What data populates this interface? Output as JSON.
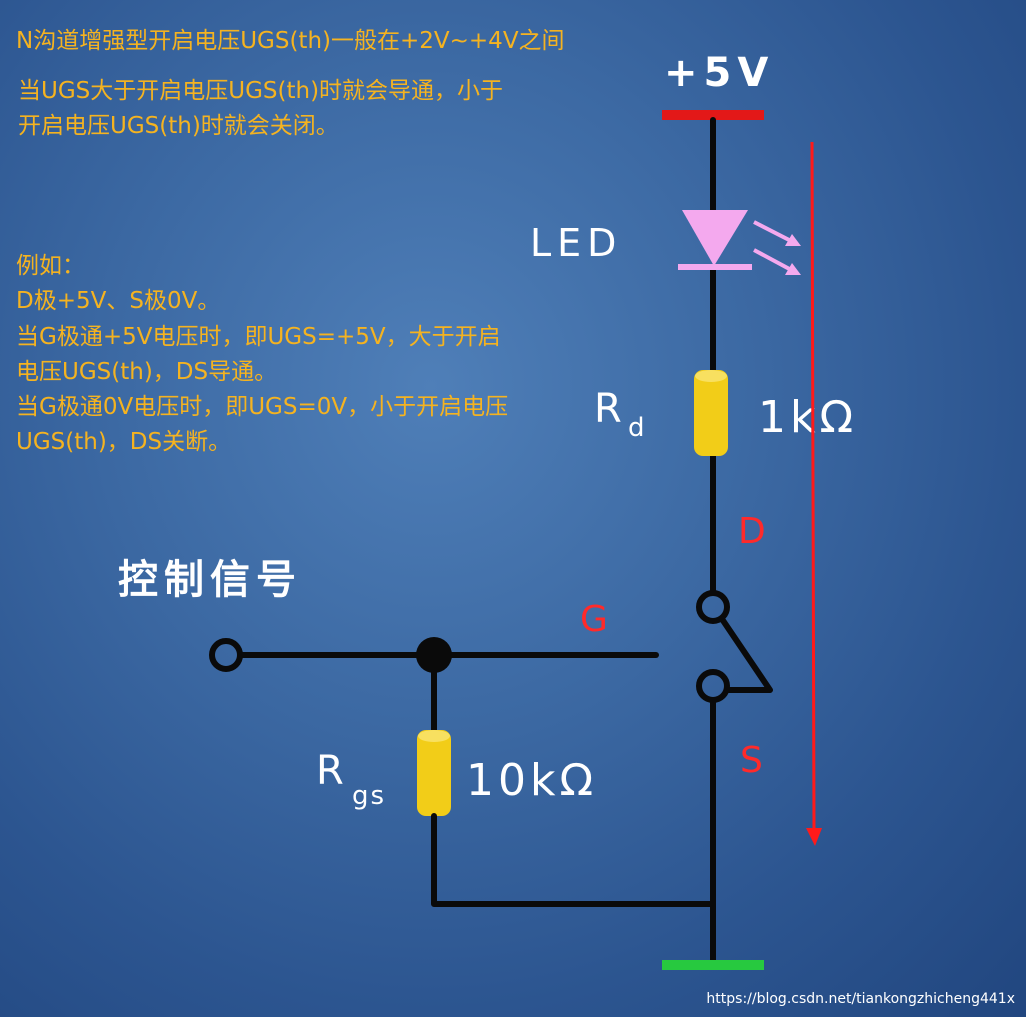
{
  "notes": {
    "title": "N沟道增强型开启电压UGS(th)一般在+2V~+4V之间",
    "rule": [
      "当UGS大于开启电压UGS(th)时就会导通，小于",
      "开启电压UGS(th)时就会关闭。"
    ],
    "example": [
      "例如：",
      "D极+5V、S极0V。",
      "当G极通+5V电压时，即UGS=+5V，大于开启",
      "电压UGS(th)，DS导通。",
      "当G极通0V电压时，即UGS=0V，小于开启电压",
      "UGS(th)，DS关断。"
    ]
  },
  "circuit": {
    "supply_label": "+5V",
    "led_label": "LED",
    "rd_label": "R",
    "rd_sub": "d",
    "rd_value": "1kΩ",
    "rgs_label": "R",
    "rgs_sub": "gs",
    "rgs_value": "10kΩ",
    "control_label": "控制信号",
    "drain_label": "D",
    "gate_label": "G",
    "source_label": "S"
  },
  "colors": {
    "supply_bar": "#e31818",
    "ground_bar": "#27c93f",
    "led": "#f4a9ee",
    "resistor": "#f2cd18",
    "current_arrow": "#ff1a1a",
    "note_text": "#f5b320",
    "terminal_text": "#ff2a2a"
  },
  "watermark": "https://blog.csdn.net/tiankongzhicheng441x"
}
